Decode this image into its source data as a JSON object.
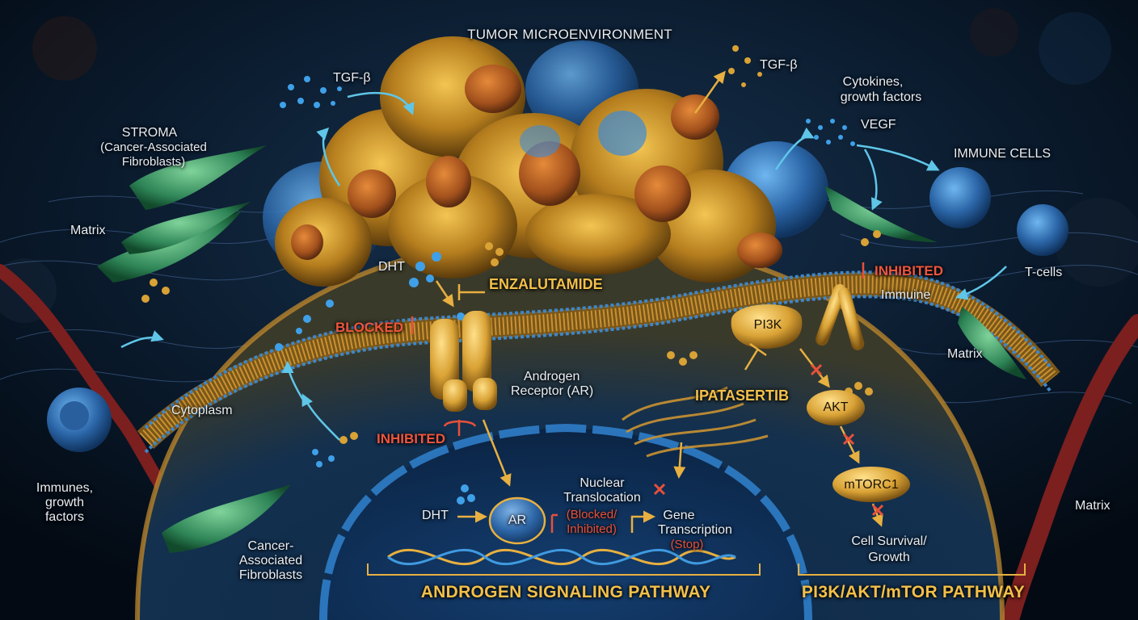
{
  "title": "TUMOR MICROENVIRONMENT",
  "labels": {
    "tgf_left": "TGF-β",
    "tgf_right": "TGF-β",
    "stroma_title": "STROMA",
    "stroma_sub1": "(Cancer-Associated",
    "stroma_sub2": "Fibroblasts)",
    "matrix_left": "Matrix",
    "dht_top": "DHT",
    "enzalutamide": "ENZALUTAMIDE",
    "blocked": "BLOCKED",
    "androgen_receptor_1": "Androgen",
    "androgen_receptor_2": "Receptor (AR)",
    "cytoplasm": "Cytoplasm",
    "inhibited_left": "INHIBITED",
    "immunes_1": "Immunes,",
    "immunes_2": "growth",
    "immunes_3": "factors",
    "caf_1": "Cancer-",
    "caf_2": "Associated",
    "caf_3": "Fibroblasts",
    "dht_nucleus": "DHT",
    "ar_node": "AR",
    "nuclear_1": "Nuclear",
    "nuclear_2": "Translocation",
    "blocked_inhibited_1": "(Blocked/",
    "blocked_inhibited_2": "Inhibited)",
    "gene_1": "Gene",
    "gene_2": "Transcription",
    "stop": "(Stop)",
    "cytokines_1": "Cytokines,",
    "cytokines_2": "growth factors",
    "vegf": "VEGF",
    "immune_cells": "IMMUNE CELLS",
    "inhibited_right": "INHIBITED",
    "immuine": "Immuine",
    "t_cells": "T-cells",
    "pi3k": "PI3K",
    "ipatasertib": "IPATASERTIB",
    "akt": "AKT",
    "mtorc1": "mTORC1",
    "survival_1": "Cell Survival/",
    "survival_2": "Growth",
    "matrix_right_mid": "Matrix",
    "matrix_right_edge": "Matrix"
  },
  "pathways": {
    "androgen": "ANDROGEN SIGNALING PATHWAY",
    "pi3k": "PI3K/AKT/mTOR PATHWAY"
  },
  "colors": {
    "background": "#06121f",
    "tumor_gold": "#c9962a",
    "membrane_gold": "#d9a43c",
    "nucleus_blue": "#1f5a9c",
    "fibroblast_green": "#3f9a6a",
    "vessel_red": "#8c2424",
    "inhibit_red": "#f0553e",
    "drug_gold": "#f2c04a"
  }
}
